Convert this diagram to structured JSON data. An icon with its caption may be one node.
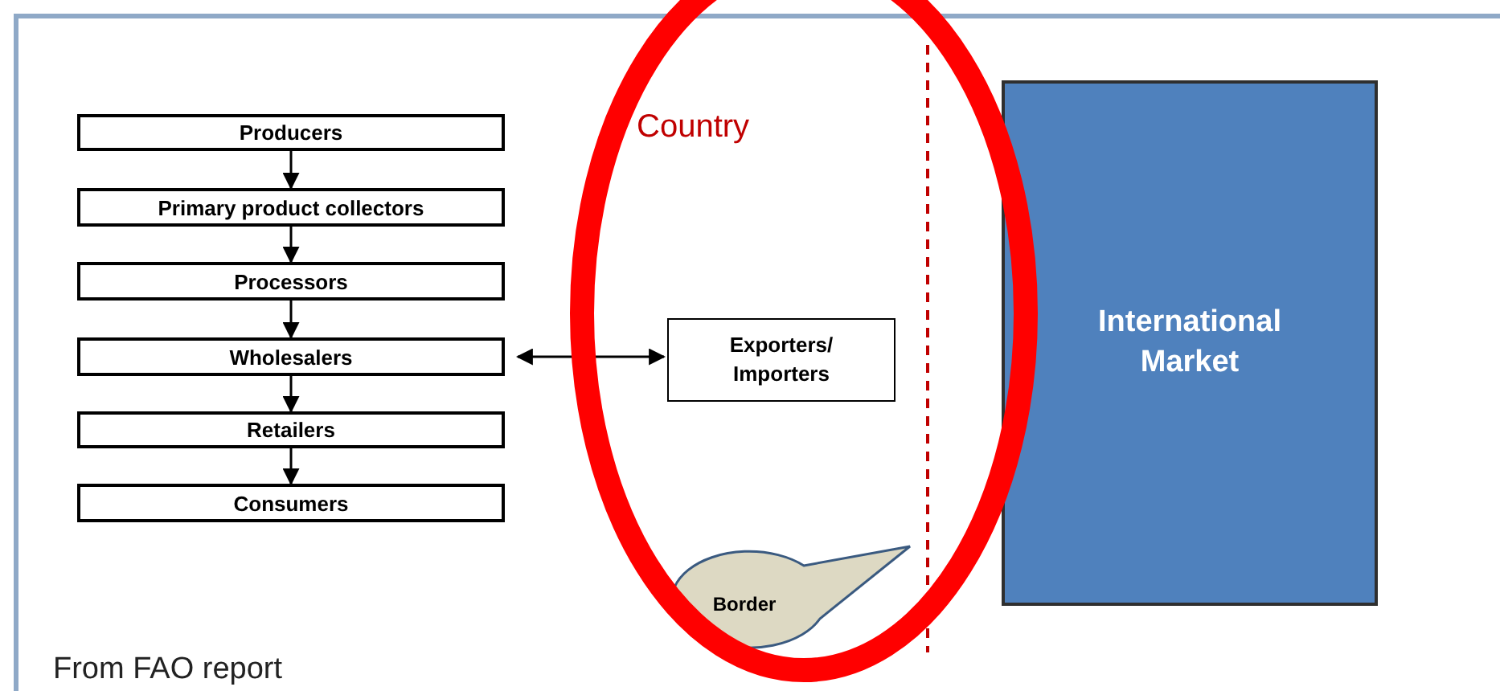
{
  "diagram": {
    "caption": "From FAO report",
    "nodes": [
      {
        "text": [
          "Producers"
        ]
      },
      {
        "text": [
          "Primary product collectors"
        ]
      },
      {
        "text": [
          "Processors"
        ]
      },
      {
        "text": [
          "Wholesalers"
        ]
      },
      {
        "text": [
          "Retailers"
        ]
      },
      {
        "text": [
          "Consumers"
        ]
      },
      {
        "text": [
          "Exporters/ Importers"
        ]
      },
      {
        "text": [
          "International Market"
        ]
      },
      {
        "text": [
          "Border"
        ]
      }
    ],
    "edges": [
      {
        "from": 0,
        "to": 1,
        "arrow": "to"
      },
      {
        "from": 1,
        "to": 2,
        "arrow": "to"
      },
      {
        "from": 2,
        "to": 3,
        "arrow": "to"
      },
      {
        "from": 3,
        "to": 4,
        "arrow": "to"
      },
      {
        "from": 4,
        "to": 5,
        "arrow": "to"
      },
      {
        "from": 3,
        "to": 6,
        "arrow": "both"
      }
    ],
    "labels": [
      "Country"
    ]
  }
}
